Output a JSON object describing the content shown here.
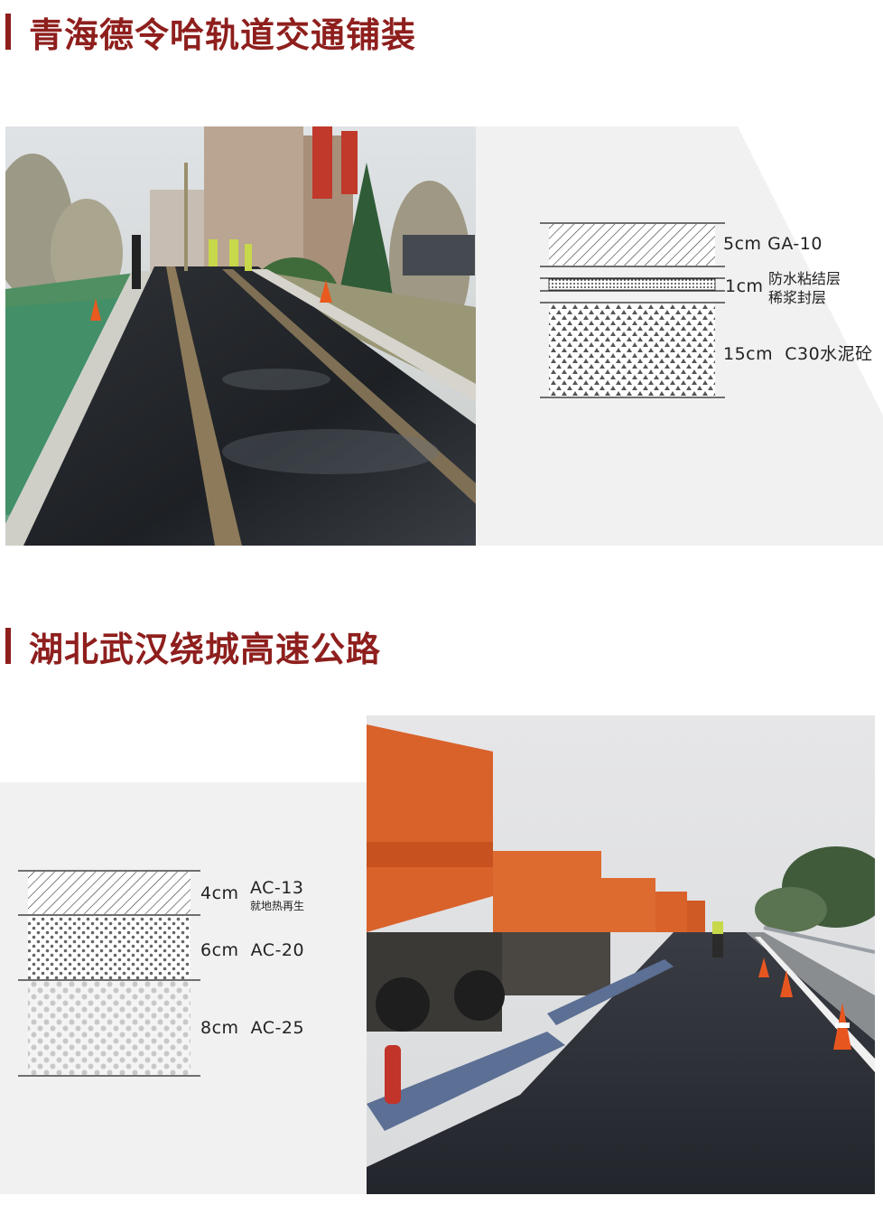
{
  "section1": {
    "title": "青海德令哈轨道交通铺装",
    "layers": [
      {
        "thickness": "5cm",
        "material": "GA-10"
      },
      {
        "thickness": "1cm",
        "material_line1": "防水粘结层",
        "material_line2": "稀浆封层"
      },
      {
        "thickness": "15cm",
        "material": "C30水泥砼"
      }
    ]
  },
  "section2": {
    "title": "湖北武汉绕城高速公路",
    "layers": [
      {
        "thickness": "4cm",
        "material": "AC-13",
        "note": "就地热再生"
      },
      {
        "thickness": "6cm",
        "material": "AC-20"
      },
      {
        "thickness": "8cm",
        "material": "AC-25"
      }
    ]
  },
  "colors": {
    "accent": "#8e1f1d",
    "panel": "#f1f1f1",
    "text": "#222222"
  }
}
